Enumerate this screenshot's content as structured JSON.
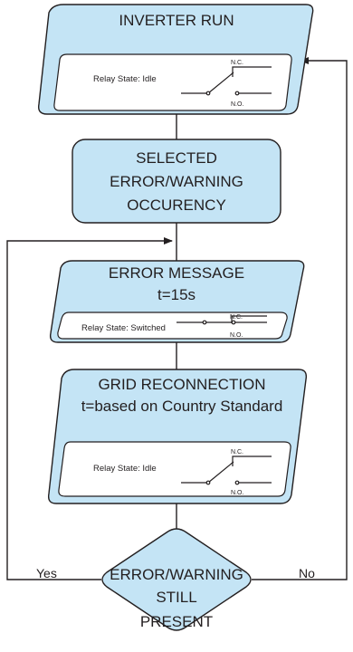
{
  "colors": {
    "fill": "#c4e4f5",
    "stroke": "#231f20",
    "inner_fill": "#ffffff"
  },
  "nodes": {
    "inverter_run": {
      "title": "INVERTER RUN",
      "relay_state": "Relay State: Idle",
      "nc": "N.C.",
      "no": "N.O."
    },
    "selected_error": {
      "line1": "SELECTED",
      "line2": "ERROR/WARNING",
      "line3": "OCCURENCY"
    },
    "error_message": {
      "title": "ERROR MESSAGE",
      "subtitle": "t=15s",
      "relay_state": "Relay State: Switched",
      "nc": "N.C.",
      "no": "N.O."
    },
    "grid_reconnection": {
      "title": "GRID RECONNECTION",
      "subtitle": "t=based on Country Standard",
      "relay_state": "Relay State: Idle",
      "nc": "N.C.",
      "no": "N.O."
    },
    "decision": {
      "line1": "ERROR/WARNING",
      "line2": "STILL",
      "line3": "PRESENT"
    }
  },
  "edges": {
    "yes_label": "Yes",
    "no_label": "No"
  }
}
